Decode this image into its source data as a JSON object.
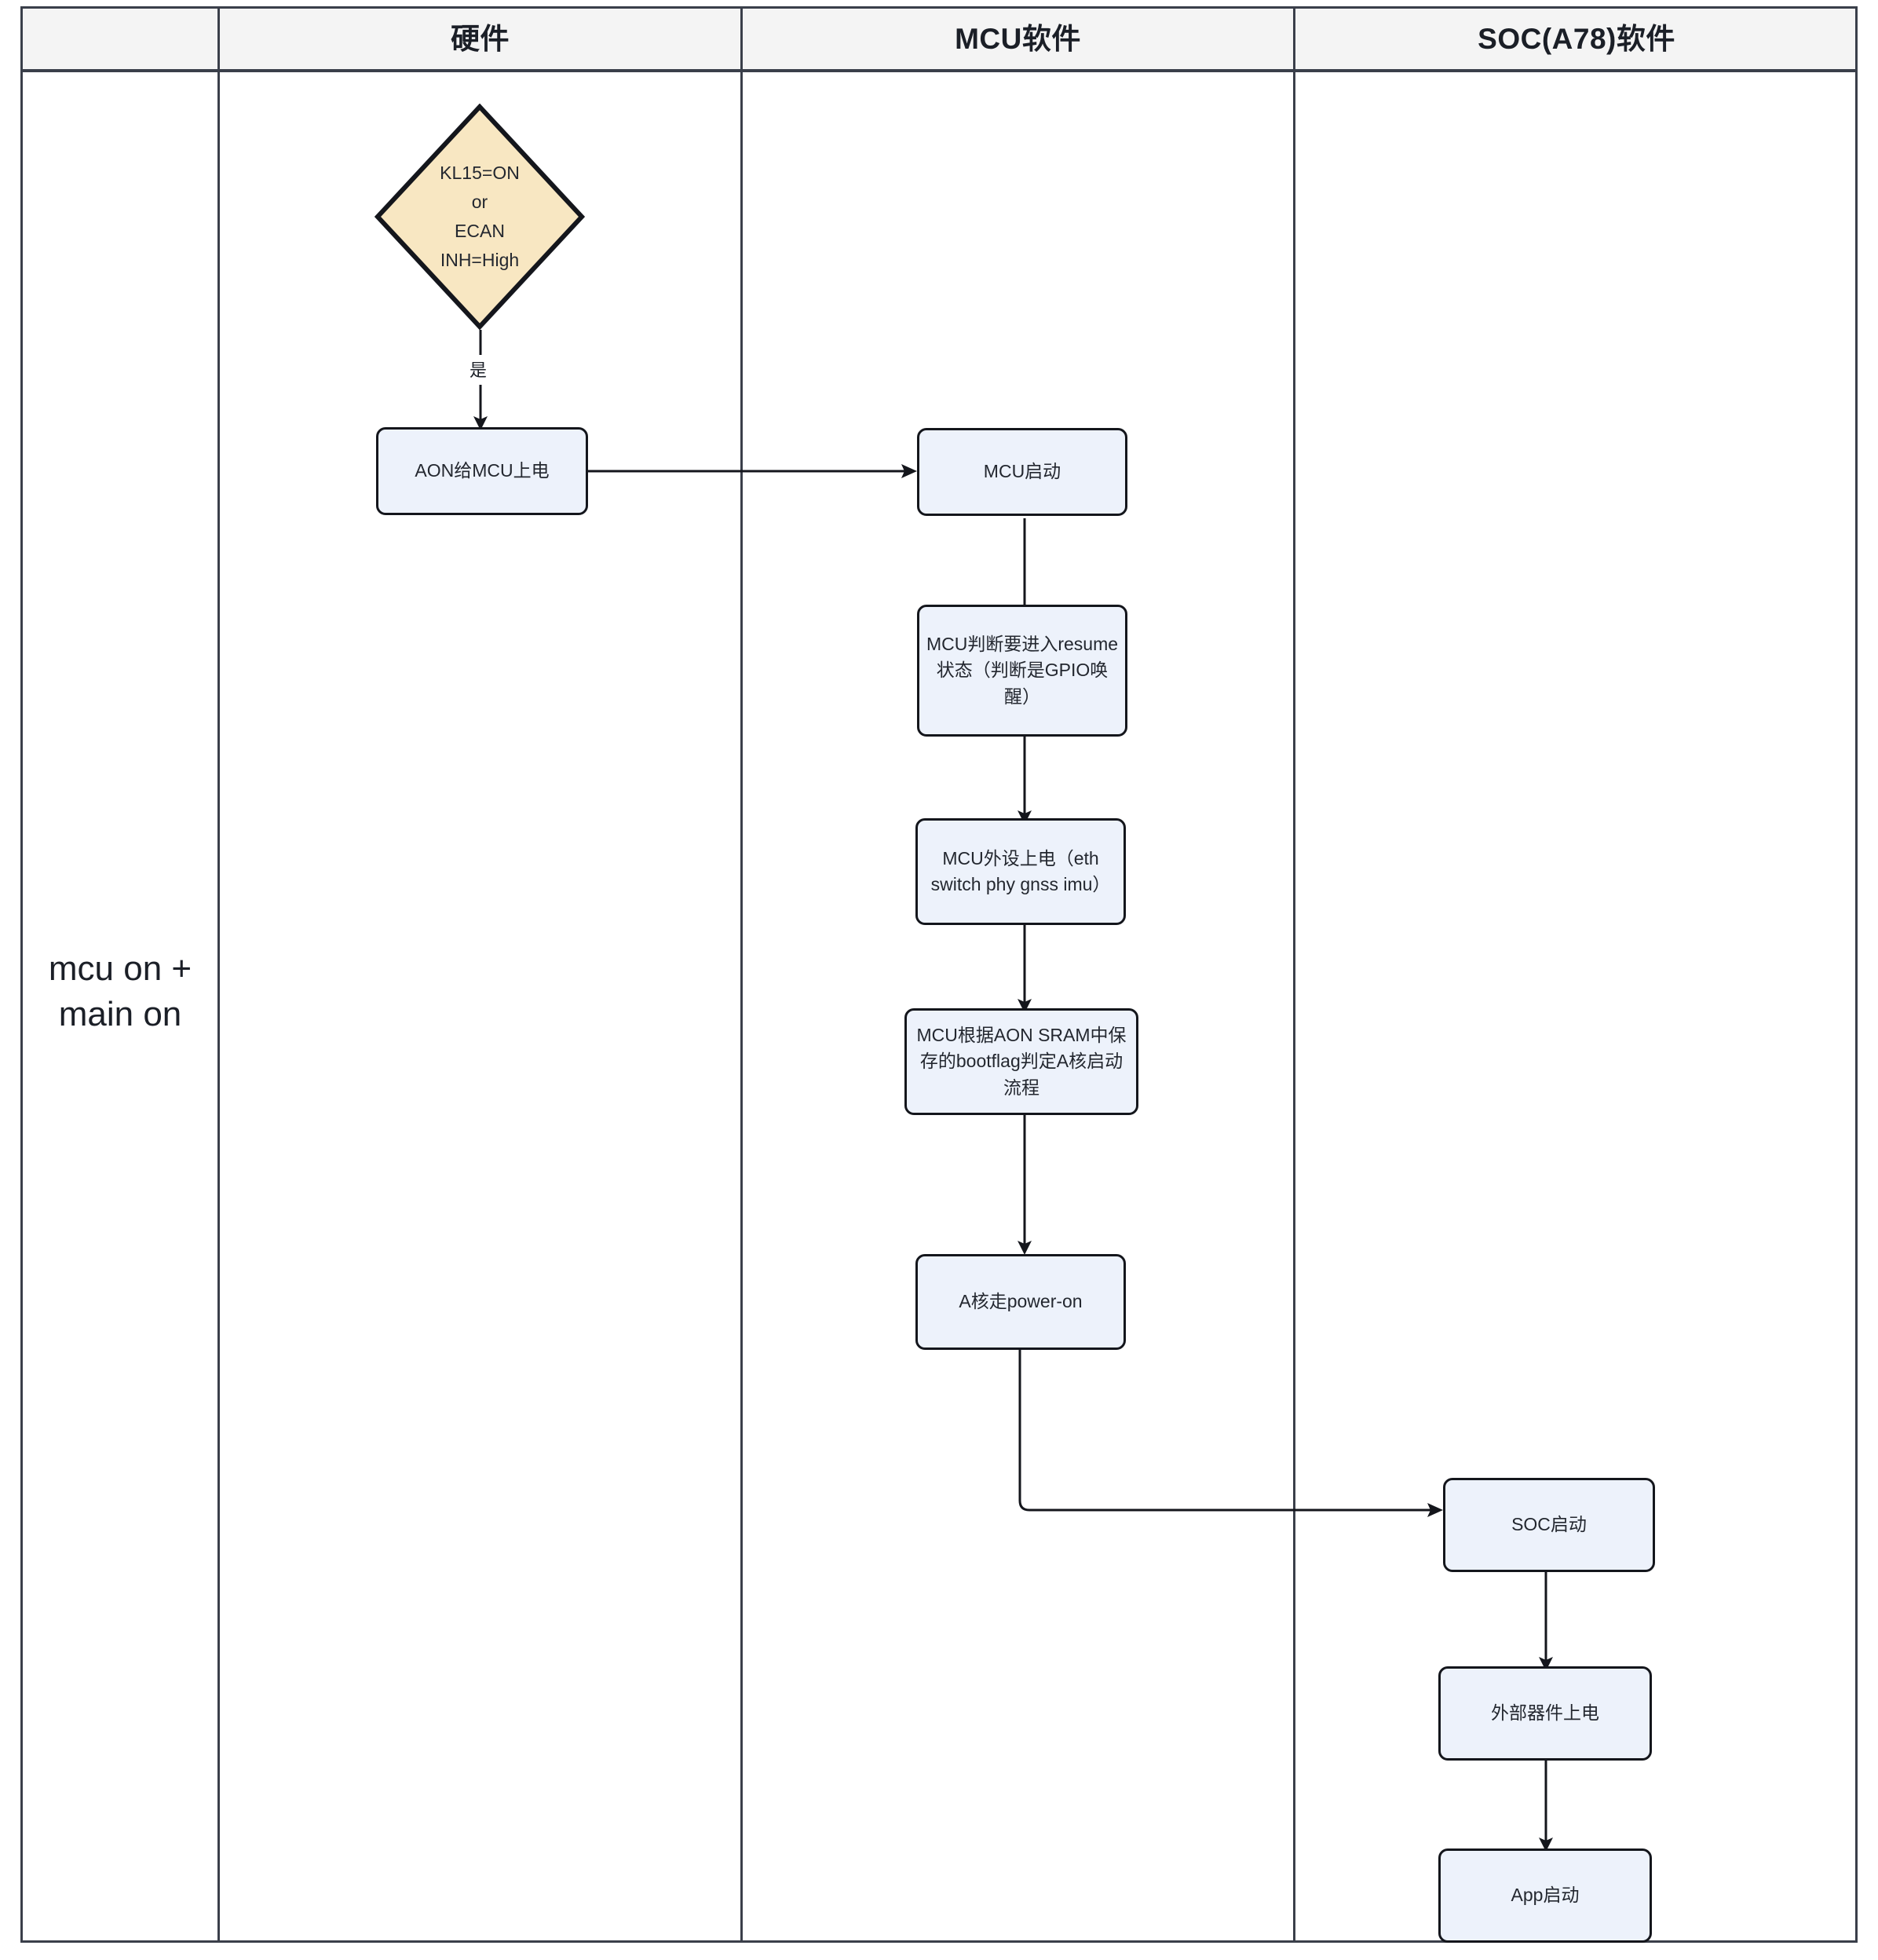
{
  "diagram": {
    "type": "swimlane-flowchart",
    "title_row": {
      "lanes": [
        {
          "id": "row-label",
          "label": ""
        },
        {
          "id": "hardware",
          "label": "硬件"
        },
        {
          "id": "mcu-software",
          "label": "MCU软件"
        },
        {
          "id": "soc-software",
          "label": "SOC(A78)软件"
        }
      ]
    },
    "row_label": "mcu on +\nmain on",
    "colors": {
      "node_fill": "#edf2fb",
      "node_border": "#14161c",
      "decision_fill": "#f8e7c2",
      "decision_border": "#14161c",
      "lane_header_fill": "#f4f4f4",
      "lane_border": "#3a3f4a",
      "edge_stroke": "#14161c",
      "text": "#23272f"
    },
    "nodes": [
      {
        "id": "kl15-decision",
        "lane": "hardware",
        "shape": "diamond",
        "text": "KL15=ON\nor\nECAN\nINH=High"
      },
      {
        "id": "aon-power-mcu",
        "lane": "hardware",
        "shape": "process",
        "text": "AON给MCU上电"
      },
      {
        "id": "mcu-start",
        "lane": "mcu-software",
        "shape": "process",
        "text": "MCU启动"
      },
      {
        "id": "mcu-resume-judge",
        "lane": "mcu-software",
        "shape": "process",
        "text": "MCU判断要进入resume状态（判断是GPIO唤醒）"
      },
      {
        "id": "mcu-peripheral-power",
        "lane": "mcu-software",
        "shape": "process",
        "text": "MCU外设上电（eth switch phy gnss imu）"
      },
      {
        "id": "mcu-bootflag-judge",
        "lane": "mcu-software",
        "shape": "process",
        "text": "MCU根据AON SRAM中保存的bootflag判定A核启动流程"
      },
      {
        "id": "a-core-power-on",
        "lane": "mcu-software",
        "shape": "process",
        "text": "A核走power-on"
      },
      {
        "id": "soc-start",
        "lane": "soc-software",
        "shape": "process",
        "text": "SOC启动"
      },
      {
        "id": "external-device-power",
        "lane": "soc-software",
        "shape": "process",
        "text": "外部器件上电"
      },
      {
        "id": "app-start",
        "lane": "soc-software",
        "shape": "process",
        "text": "App启动"
      }
    ],
    "edges": [
      {
        "from": "kl15-decision",
        "to": "aon-power-mcu",
        "label": "是"
      },
      {
        "from": "aon-power-mcu",
        "to": "mcu-start",
        "label": ""
      },
      {
        "from": "mcu-start",
        "to": "mcu-resume-judge",
        "label": ""
      },
      {
        "from": "mcu-resume-judge",
        "to": "mcu-peripheral-power",
        "label": ""
      },
      {
        "from": "mcu-peripheral-power",
        "to": "mcu-bootflag-judge",
        "label": ""
      },
      {
        "from": "mcu-bootflag-judge",
        "to": "a-core-power-on",
        "label": ""
      },
      {
        "from": "a-core-power-on",
        "to": "soc-start",
        "label": ""
      },
      {
        "from": "soc-start",
        "to": "external-device-power",
        "label": ""
      },
      {
        "from": "external-device-power",
        "to": "app-start",
        "label": ""
      }
    ]
  }
}
